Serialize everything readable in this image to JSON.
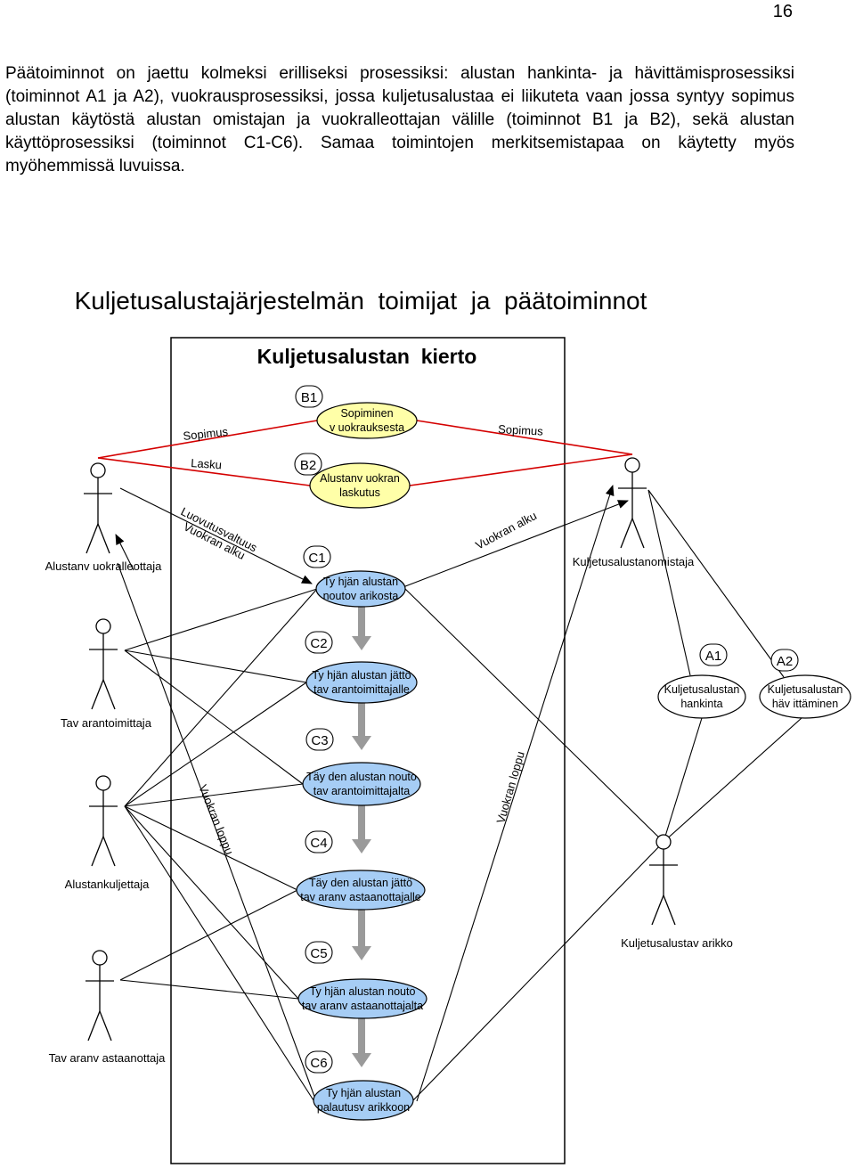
{
  "page_number": "16",
  "intro_text": "Päätoiminnot on jaettu kolmeksi erilliseksi prosessiksi: alustan hankinta- ja hävittämisprosessiksi (toiminnot A1 ja A2), vuokrausprosessiksi, jossa kuljetusalustaa ei liikuteta vaan jossa syntyy sopimus alustan käytöstä alustan omistajan ja vuokralleottajan välille (toiminnot B1 ja B2), sekä alustan käyttöprosessiksi (toiminnot C1-C6). Samaa toimintojen merkitsemistapaa on käytetty myös myöhemmissä luvuissa.",
  "diagram": {
    "title": "Kuljetusalustajärjestelmän  toimijat  ja  päätoiminnot",
    "system_title": "Kuljetusalustan  kierto",
    "actors": [
      {
        "id": "vuokralleottaja",
        "label": "Alustanv uokralleottaja"
      },
      {
        "id": "omistaja",
        "label": "Kuljetusalustanomistaja"
      },
      {
        "id": "tavarantoimittaja",
        "label": "Tav arantoimittaja"
      },
      {
        "id": "kuljettaja",
        "label": "Alustankuljettaja"
      },
      {
        "id": "vastaanottaja",
        "label": "Tav aranv astaanottaja"
      },
      {
        "id": "varikko",
        "label": "Kuljetusalustav arikko"
      }
    ],
    "use_cases": [
      {
        "code": "B1",
        "lines": [
          "Sopiminen",
          "v uokrauksesta"
        ]
      },
      {
        "code": "B2",
        "lines": [
          "Alustanv uokran",
          "laskutus"
        ]
      },
      {
        "code": "C1",
        "lines": [
          "Ty hjän alustan",
          "noutov arikosta"
        ]
      },
      {
        "code": "C2",
        "lines": [
          "Ty hjän alustan jättö",
          "tav arantoimittajalle"
        ]
      },
      {
        "code": "C3",
        "lines": [
          "Täy den alustan nouto",
          "tav arantoimittajalta"
        ]
      },
      {
        "code": "C4",
        "lines": [
          "Täy den alustan jättö",
          "tav aranv astaanottajalle"
        ]
      },
      {
        "code": "C5",
        "lines": [
          "Ty hjän alustan nouto",
          "tav aranv astaanottajalta"
        ]
      },
      {
        "code": "C6",
        "lines": [
          "Ty hjän alustan",
          "palautusv arikkoon"
        ]
      },
      {
        "code": "A1",
        "lines": [
          "Kuljetusalustan",
          "hankinta"
        ]
      },
      {
        "code": "A2",
        "lines": [
          "Kuljetusalustan",
          "häv ittäminen"
        ]
      }
    ],
    "edge_labels": {
      "sopimus_left": "Sopimus",
      "sopimus_right": "Sopimus",
      "lasku": "Lasku",
      "luovutusvaltuus": "Luovutusvaltuus",
      "vuokran_alku_left": "Vuokran alku",
      "vuokran_alku_right": "Vuokran alku",
      "vuokran_loppu_left": "Vuokran loppu",
      "vuokran_loppu_right": "Vuokran loppu"
    },
    "colors": {
      "b_fill": "#ffffa8",
      "c_fill": "#a6cdf5",
      "a_fill": "#ffffff",
      "red_line": "#d40000",
      "flow_arrow": "#9a9a9a"
    }
  }
}
